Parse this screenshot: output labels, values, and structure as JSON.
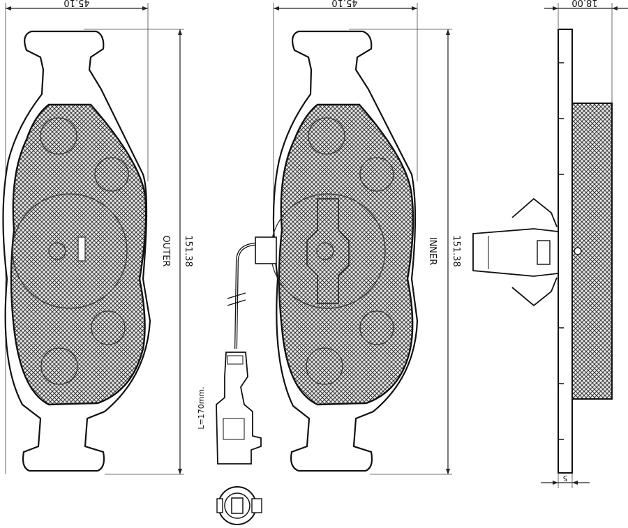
{
  "outer_view": {
    "width_label": "45.10",
    "height_label": "151.38",
    "side_label": "OUTER"
  },
  "inner_view": {
    "width_label": "45.10",
    "height_label": "151.38",
    "side_label": "INNER"
  },
  "side_view": {
    "thickness_label": "18.00",
    "backplate_label": "5"
  },
  "sensor": {
    "length_label": "L=170mm."
  }
}
